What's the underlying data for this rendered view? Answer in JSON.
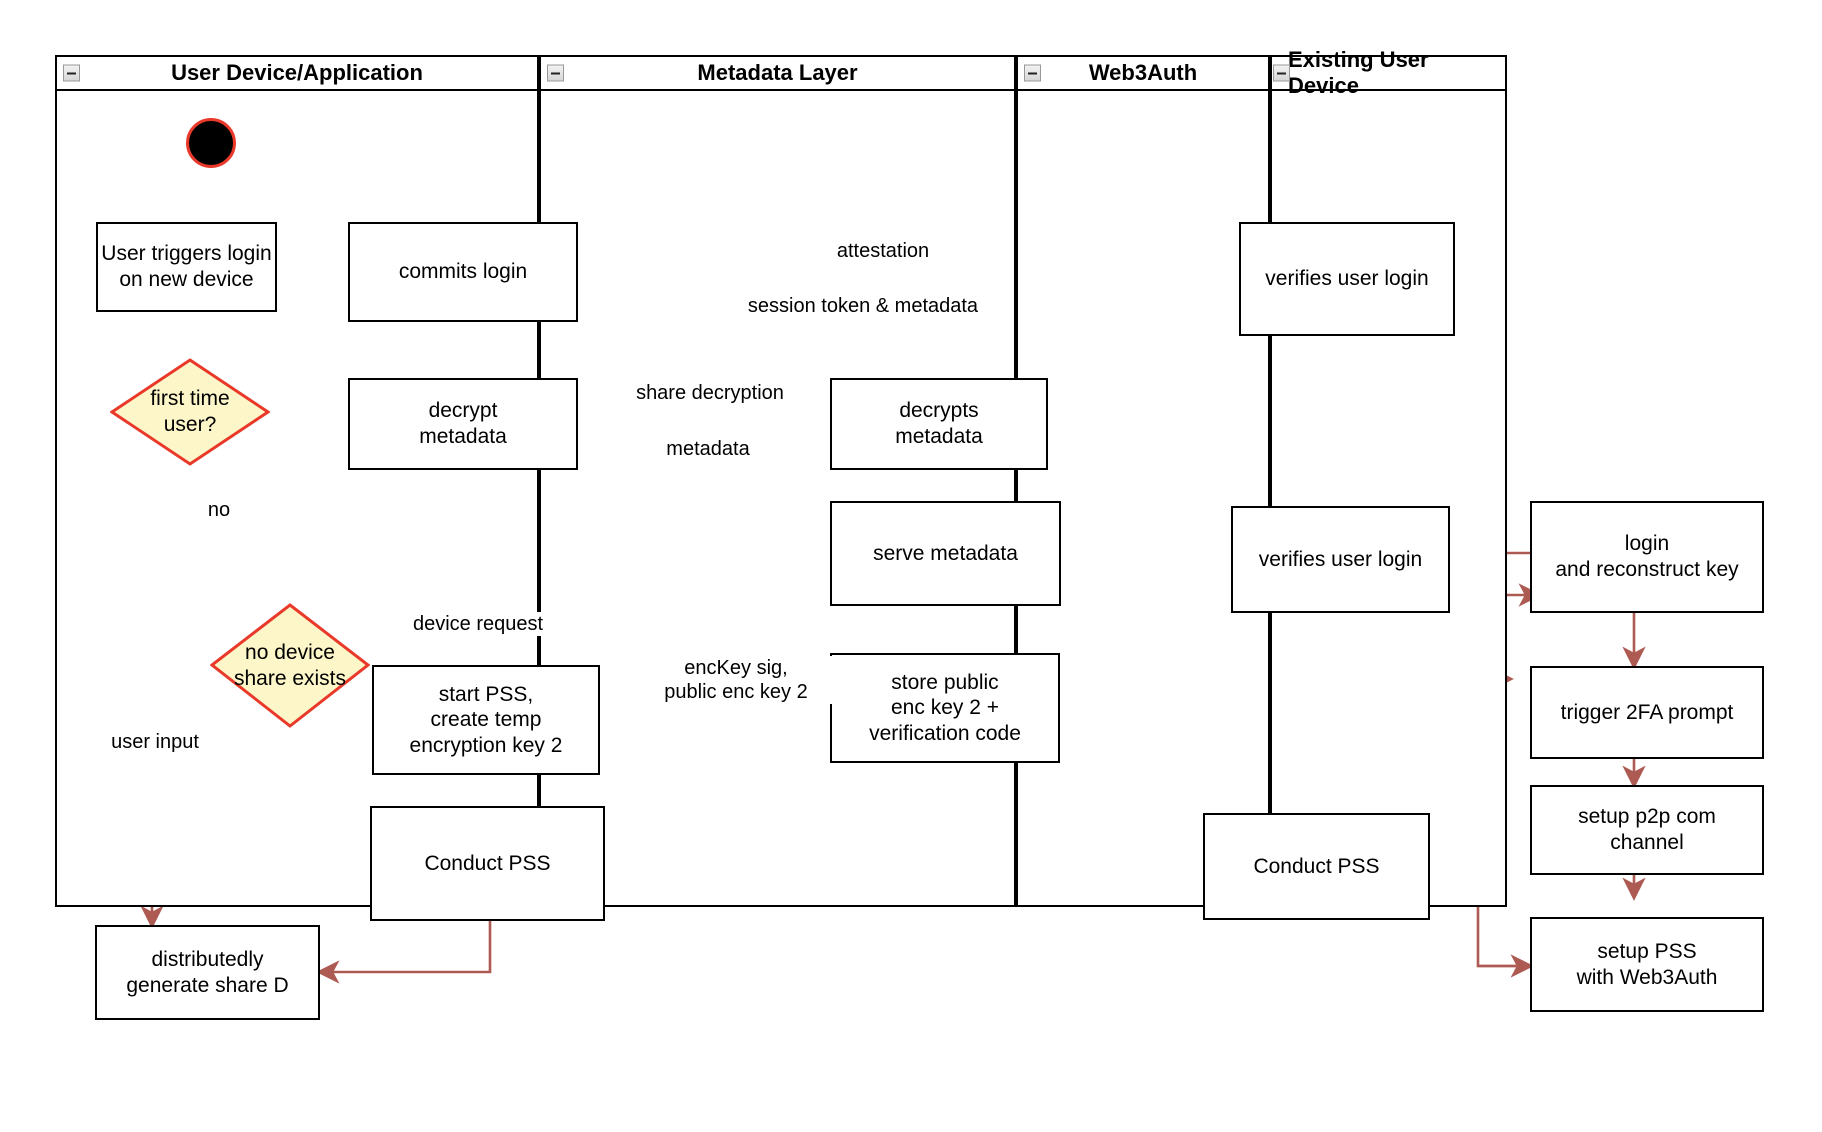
{
  "diagram": {
    "title": "Web3Auth key reconstruction activity diagram",
    "colors": {
      "edge": "#ad5a52",
      "node_border": "#000000",
      "decision_fill": "#fdf6c9",
      "decision_border": "#e8392a",
      "lane_border": "#000000",
      "background": "#ffffff"
    }
  },
  "lanes": [
    {
      "id": "user-device",
      "label": "User Device/Application",
      "collapse_icon": "minus-icon"
    },
    {
      "id": "metadata-layer",
      "label": "Metadata Layer",
      "collapse_icon": "minus-icon"
    },
    {
      "id": "web3auth",
      "label": "Web3Auth",
      "collapse_icon": "minus-icon"
    },
    {
      "id": "existing-user-device",
      "label": "Existing User Device",
      "collapse_icon": "minus-icon"
    }
  ],
  "start_node": {
    "name": "start-node",
    "label": ""
  },
  "nodes": [
    {
      "id": "user-triggers-login",
      "label": "User triggers login\non new device",
      "lane": "user-device"
    },
    {
      "id": "commits-login",
      "label": "commits login",
      "lane": "user-device"
    },
    {
      "id": "decrypt-metadata",
      "label": "decrypt\nmetadata",
      "lane": "user-device"
    },
    {
      "id": "start-pss",
      "label": "start PSS,\ncreate temp\nencryption key 2",
      "lane": "user-device"
    },
    {
      "id": "conduct-pss-user",
      "label": "Conduct PSS",
      "lane": "user-device"
    },
    {
      "id": "distributedly-generate-share-d",
      "label": "distributedly\ngenerate share D",
      "lane": "user-device"
    },
    {
      "id": "decrypts-metadata",
      "label": "decrypts\nmetadata",
      "lane": "metadata-layer"
    },
    {
      "id": "serve-metadata",
      "label": "serve metadata",
      "lane": "metadata-layer"
    },
    {
      "id": "store-public-enc-key",
      "label": "store public\nenc key 2 +\nverification code",
      "lane": "metadata-layer"
    },
    {
      "id": "verifies-user-login-1",
      "label": "verifies user login",
      "lane": "web3auth"
    },
    {
      "id": "verifies-user-login-2",
      "label": "verifies user login",
      "lane": "web3auth"
    },
    {
      "id": "conduct-pss-web3auth",
      "label": "Conduct PSS",
      "lane": "web3auth"
    },
    {
      "id": "login-and-reconstruct-key",
      "label": "login\nand reconstruct key",
      "lane": "existing-user-device"
    },
    {
      "id": "trigger-2fa-prompt",
      "label": "trigger 2FA prompt",
      "lane": "existing-user-device"
    },
    {
      "id": "setup-p2p-com-channel",
      "label": "setup p2p com\nchannel",
      "lane": "existing-user-device"
    },
    {
      "id": "setup-pss-with-web3auth",
      "label": "setup PSS\nwith Web3Auth",
      "lane": "existing-user-device"
    }
  ],
  "decisions": [
    {
      "id": "first-time-user",
      "label": "first time\nuser?"
    },
    {
      "id": "no-device-share-exists",
      "label": "no device\nshare exists"
    }
  ],
  "edge_labels": [
    {
      "id": "attestation",
      "text": "attestation"
    },
    {
      "id": "session-token-metadata",
      "text": "session token & metadata"
    },
    {
      "id": "share-decryption",
      "text": "share decryption"
    },
    {
      "id": "metadata",
      "text": "metadata"
    },
    {
      "id": "no",
      "text": "no"
    },
    {
      "id": "device-request",
      "text": "device request"
    },
    {
      "id": "user-input",
      "text": "user input"
    },
    {
      "id": "enckey-sig",
      "text": "encKey sig,\npublic enc key 2"
    }
  ]
}
